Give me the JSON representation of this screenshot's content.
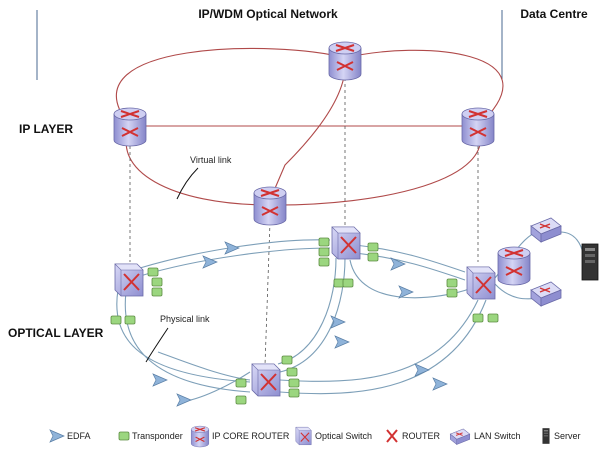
{
  "title": "IP/WDM Optical Network",
  "data_centre_label": "Data Centre",
  "ip_layer_label": "IP LAYER",
  "optical_layer_label": "OPTICAL  LAYER",
  "virtual_link_label": "Virtual link",
  "physical_link_label": "Physical link",
  "legend": [
    {
      "icon": "edfa-icon",
      "label": "EDFA"
    },
    {
      "icon": "transponder-icon",
      "label": "Transponder"
    },
    {
      "icon": "ip-core-router-icon",
      "label": "IP CORE ROUTER"
    },
    {
      "icon": "optical-switch-icon",
      "label": "Optical Switch"
    },
    {
      "icon": "router-icon",
      "label": "ROUTER"
    },
    {
      "icon": "lan-switch-icon",
      "label": "LAN Switch"
    },
    {
      "icon": "server-icon",
      "label": "Server"
    }
  ],
  "colors": {
    "ip_link": "#b04a4a",
    "optical_link": "#7d9fb8",
    "router_body": "#b9b9e6",
    "router_cross": "#d23232",
    "transponder": "#9bd67f",
    "edfa": "#8fb3d9"
  }
}
